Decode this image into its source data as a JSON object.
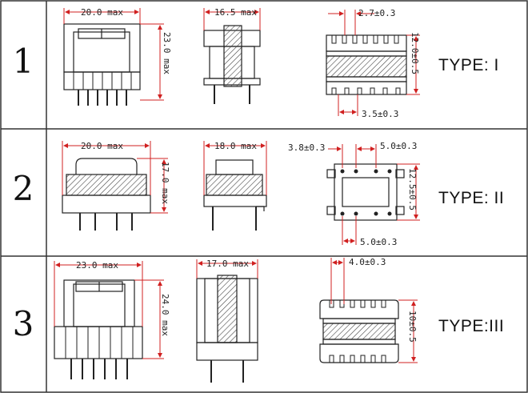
{
  "rows": [
    {
      "number": "1",
      "type_label": "TYPE: I",
      "front": {
        "width": "20.0 max",
        "height": "23.0 max"
      },
      "side": {
        "width": "16.5 max"
      },
      "bottom": {
        "pin_pitch_top": "2.7±0.3",
        "pin_pitch_bottom": "3.5±0.3",
        "row_spacing": "12.0±0.5"
      }
    },
    {
      "number": "2",
      "type_label": "TYPE: II",
      "front": {
        "width": "20.0 max",
        "height": "17.0 max"
      },
      "side": {
        "width": "18.0 max"
      },
      "bottom": {
        "left_offset": "3.8±0.3",
        "pin_pitch_top": "5.0±0.3",
        "pin_pitch_bottom": "5.0±0.3",
        "row_spacing": "12.5±0.5"
      }
    },
    {
      "number": "3",
      "type_label": "TYPE:III",
      "front": {
        "width": "23.0 max",
        "height": "24.0 max"
      },
      "side": {
        "width": "17.0 max"
      },
      "bottom": {
        "pin_pitch_top": "4.0±0.3",
        "row_spacing": "10±0.5"
      }
    }
  ],
  "colors": {
    "border": "#333333",
    "line": "#222222",
    "dimension": "#d02020",
    "hatch": "#444444"
  }
}
